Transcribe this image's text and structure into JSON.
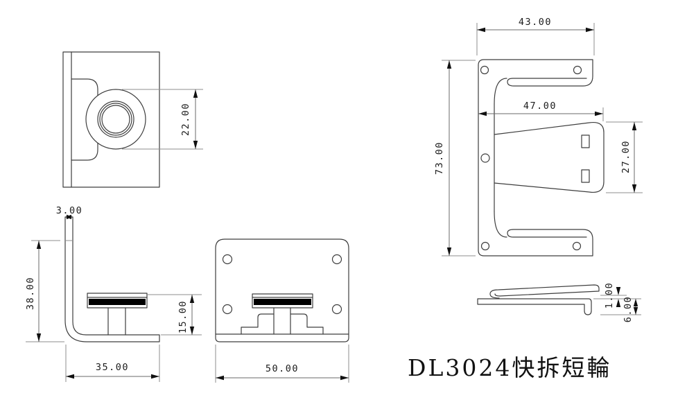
{
  "title": "DL3024快拆短輪",
  "colors": {
    "background": "#ffffff",
    "part_line": "#3d3d3d",
    "dimension_text": "#1c1c1c"
  },
  "dims": {
    "wheel_od": "22.00",
    "leg_thickness": "3.00",
    "bracket_height": "38.00",
    "bracket_depth": "35.00",
    "wheel_center_height": "15.00",
    "plate_width": "50.00",
    "channel_top_width": "43.00",
    "channel_height": "73.00",
    "channel_inner_width": "47.00",
    "tongue_height": "27.00",
    "clip_thickness": "1.00",
    "clip_hook_height": "6.00"
  }
}
